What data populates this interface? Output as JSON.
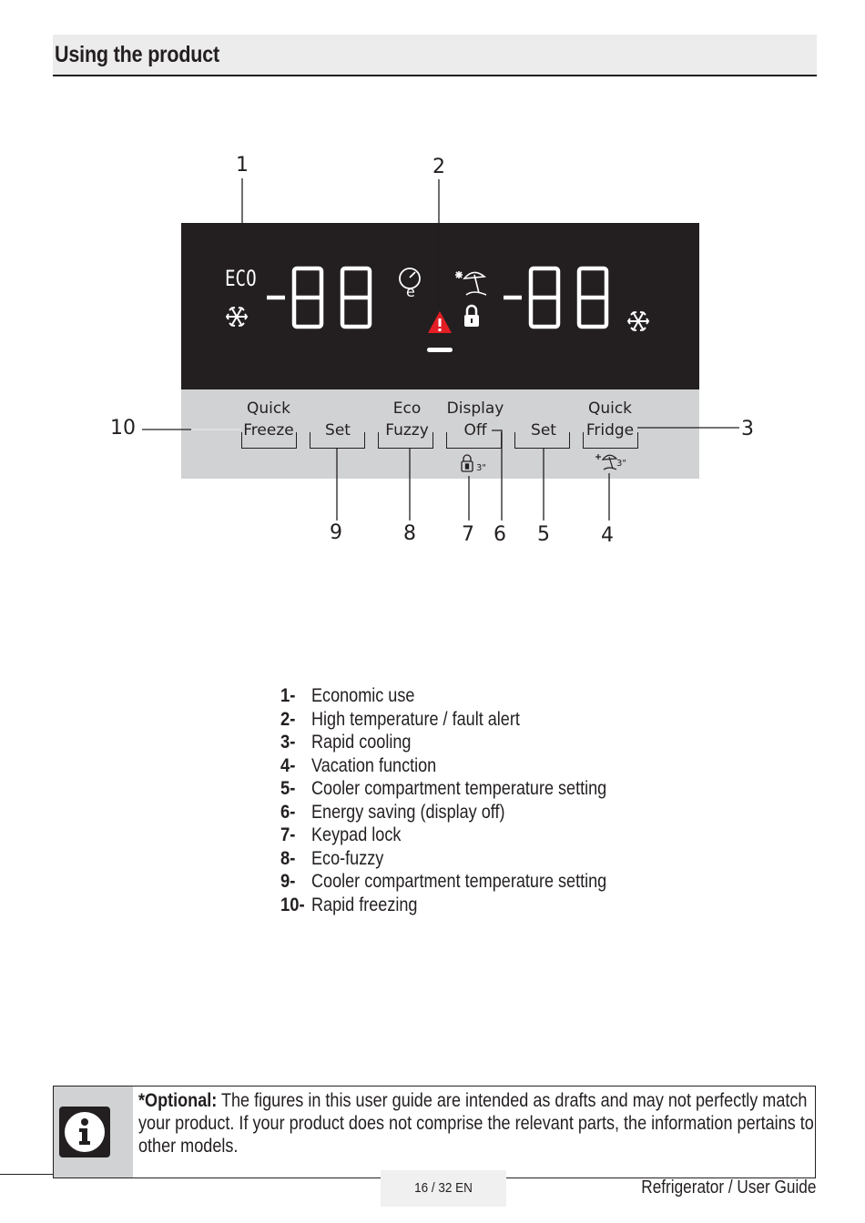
{
  "header": {
    "title": "Using the product"
  },
  "panel": {
    "display": {
      "eco_label": "ECO",
      "freezer_readout": "-88",
      "fridge_readout": "-88"
    },
    "buttons": [
      {
        "line1": "Quick",
        "line2": "Freeze"
      },
      {
        "line1": "",
        "line2": "Set"
      },
      {
        "line1": "Eco",
        "line2": "Fuzzy"
      },
      {
        "line1": "Display",
        "line2": "Off"
      },
      {
        "line1": "",
        "line2": "Set"
      },
      {
        "line1": "Quick",
        "line2": "Fridge"
      }
    ],
    "hold_times": {
      "lock": "3\"",
      "vacation": "3\""
    },
    "callouts": [
      "1",
      "2",
      "3",
      "4",
      "5",
      "6",
      "7",
      "8",
      "9",
      "10"
    ],
    "icons": {
      "eco": "eco-text",
      "freezer": "snowflake-icon",
      "fridge": "snowflake-icon",
      "eco_fuzzy": "eco-fuzzy-icon",
      "vacation": "vacation-umbrella-icon",
      "alert": "warning-triangle-icon",
      "lock": "padlock-icon"
    },
    "colors": {
      "display_bg": "#231f20",
      "strip_bg": "#d1d2d4",
      "alert": "#e31e24"
    }
  },
  "legend": [
    {
      "num": "1-",
      "text": "Economic use"
    },
    {
      "num": "2-",
      "text": "High temperature / fault alert"
    },
    {
      "num": "3-",
      "text": "Rapid cooling"
    },
    {
      "num": "4-",
      "text": "Vacation function"
    },
    {
      "num": "5-",
      "text": "Cooler compartment temperature setting"
    },
    {
      "num": "6-",
      "text": "Energy saving (display off)"
    },
    {
      "num": "7-",
      "text": "Keypad lock"
    },
    {
      "num": "8-",
      "text": "Eco-fuzzy"
    },
    {
      "num": "9-",
      "text": "Cooler compartment temperature setting"
    },
    {
      "num": "10-",
      "text": "Rapid freezing"
    }
  ],
  "note": {
    "icon": "info-icon",
    "lead": "*Optional:",
    "text": " The figures in this user guide are intended as drafts and may not perfectly match your product. If your product does not comprise the relevant parts, the information pertains to other models."
  },
  "footer": {
    "page": "16 / 32  EN",
    "title": "Refrigerator / User Guide"
  }
}
